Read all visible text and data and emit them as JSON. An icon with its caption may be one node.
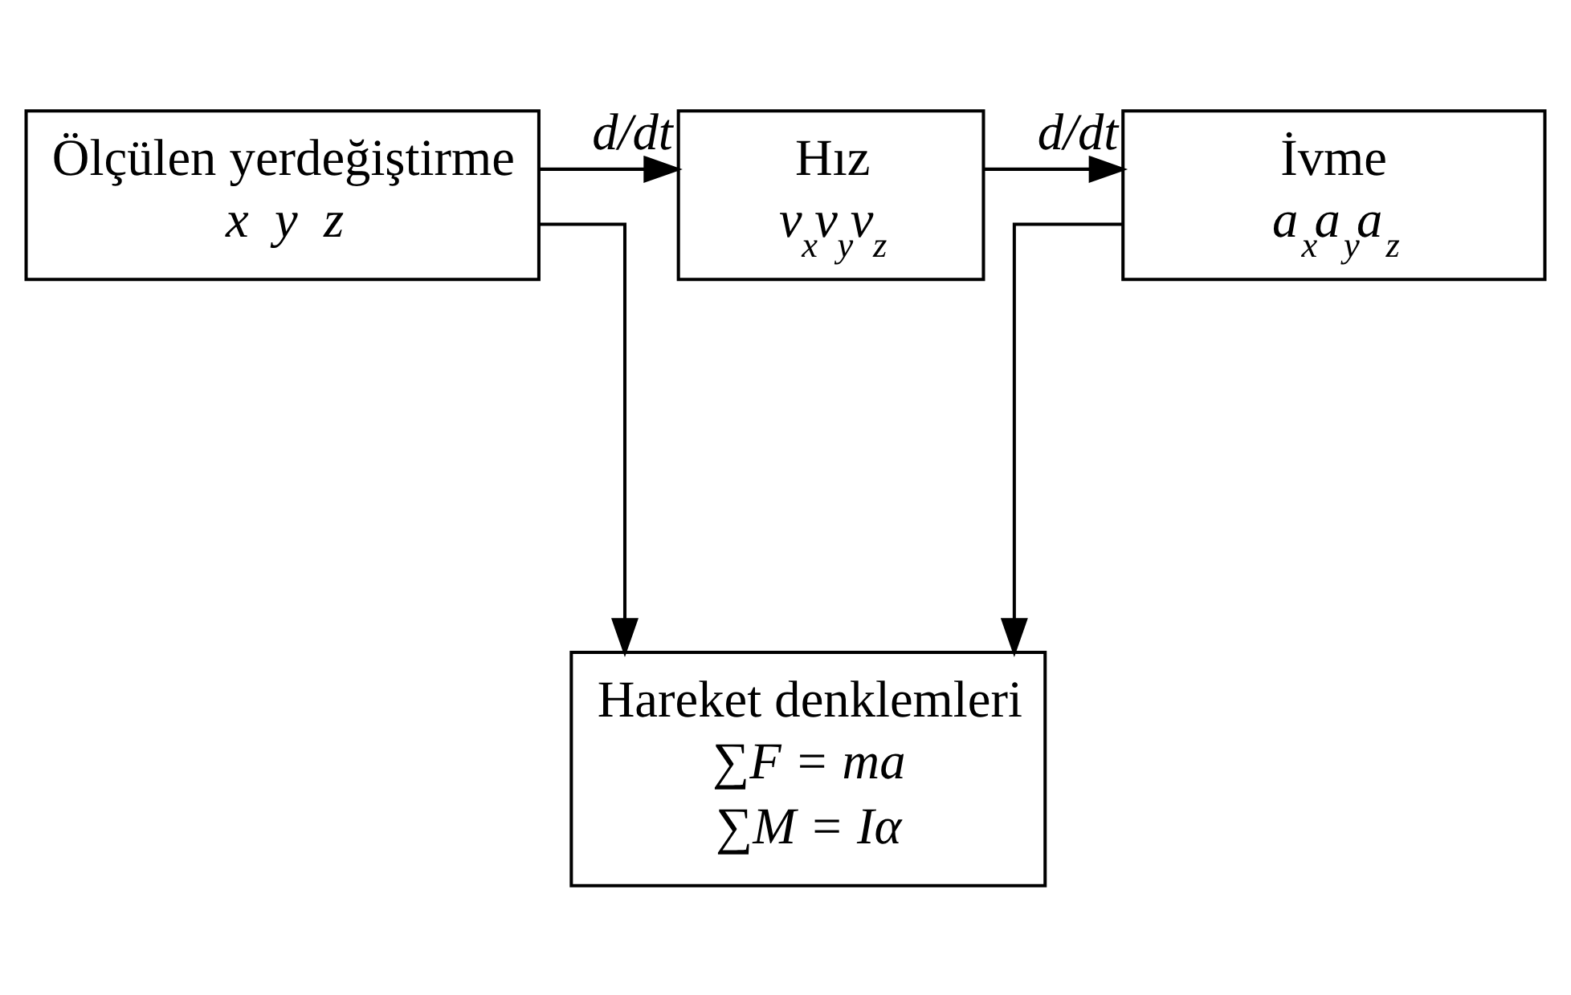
{
  "diagram": {
    "nodes": [
      {
        "text": [
          "Ölçülen yerdeğiştirme",
          "x  y  z"
        ]
      },
      {
        "text": [
          "Hız",
          "v$_{x}$v$_{y}$v$_{z}$"
        ]
      },
      {
        "text": [
          "İvme",
          "a$_{x}$a$_{y}$a$_{z}$"
        ]
      },
      {
        "text": [
          "Hareket denklemleri",
          "∑F = ma",
          "∑M = Iα"
        ]
      }
    ],
    "edges": [
      {
        "from": 0,
        "to": 1,
        "arrow": "to",
        "label": "d/dt"
      },
      {
        "from": 1,
        "to": 2,
        "arrow": "to",
        "label": "d/dt"
      },
      {
        "from": 0,
        "to": 3,
        "arrow": "to"
      },
      {
        "from": 2,
        "to": 3,
        "arrow": "to"
      }
    ]
  }
}
